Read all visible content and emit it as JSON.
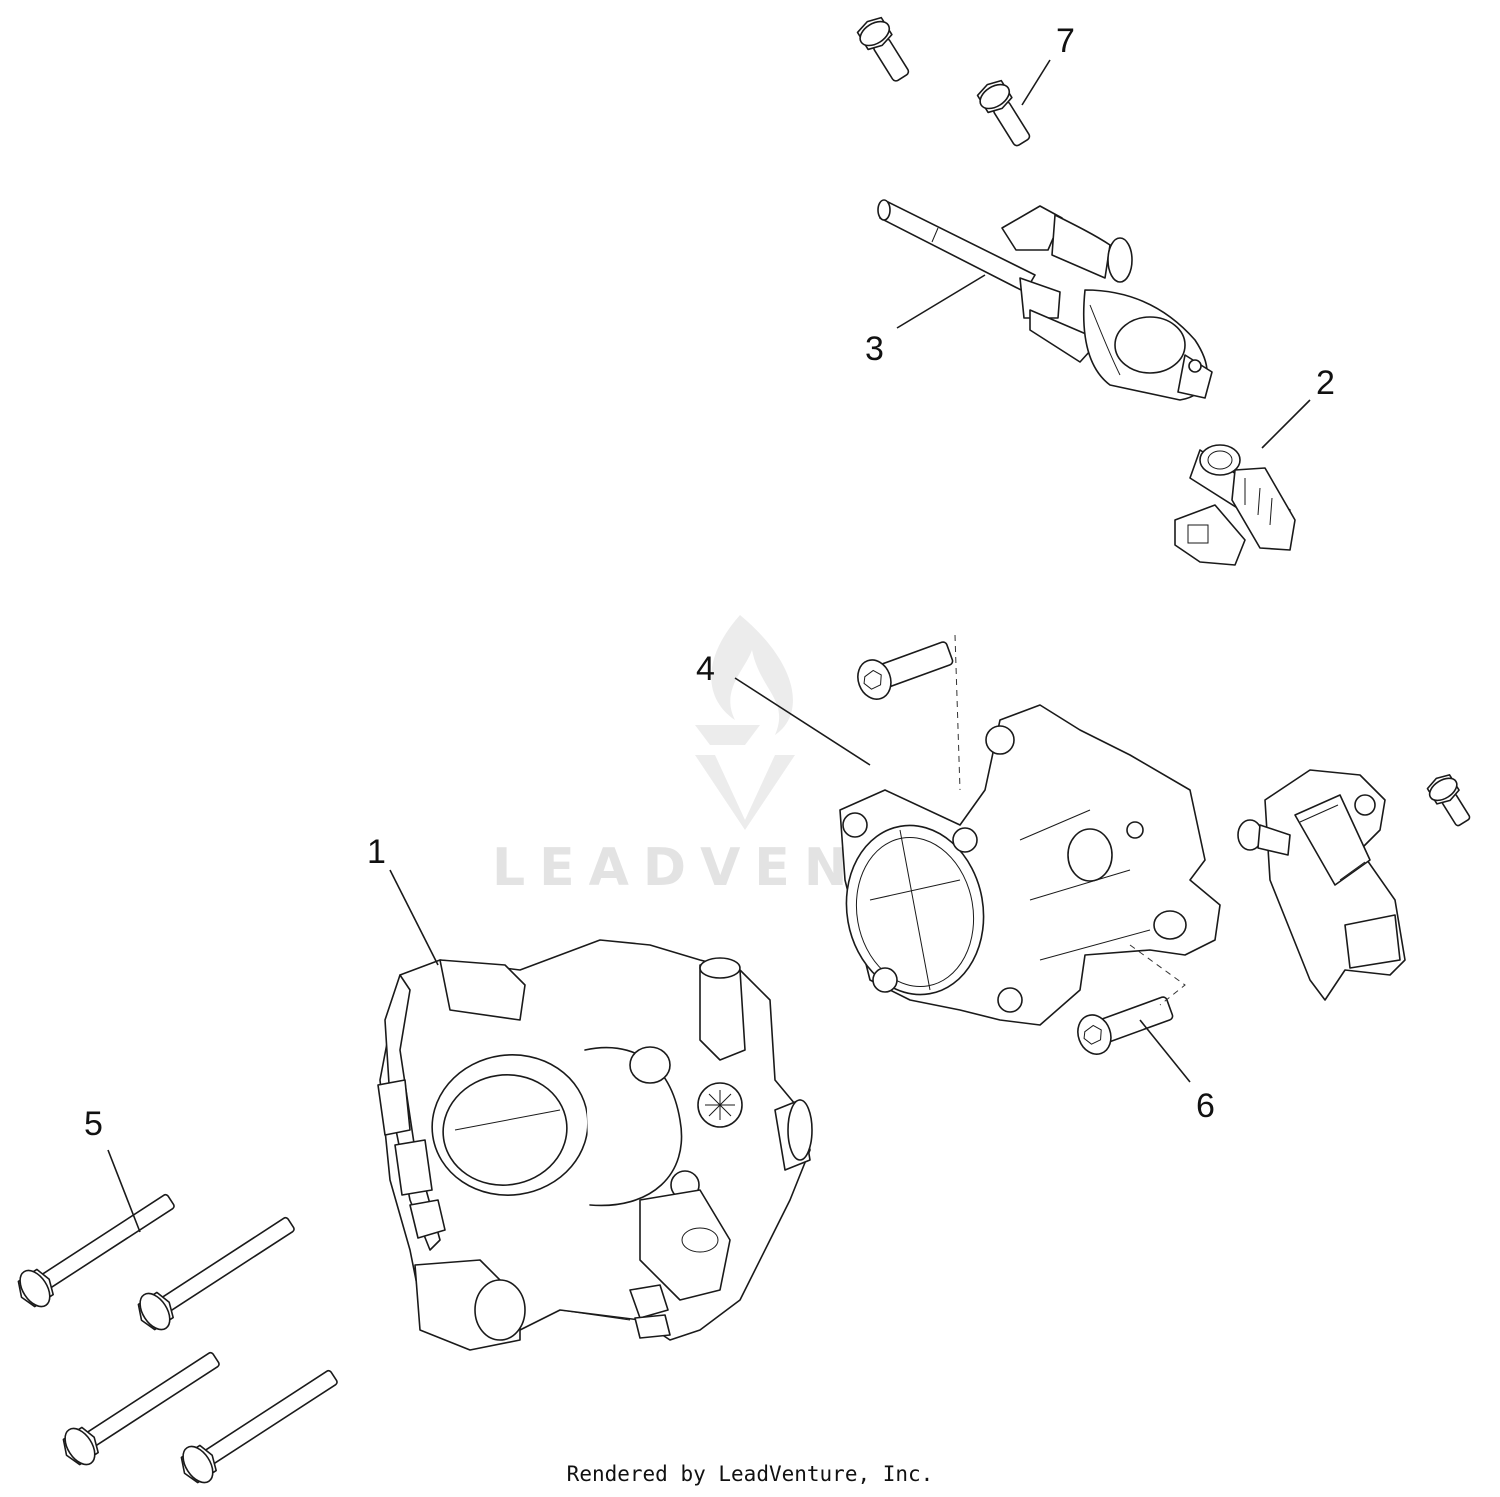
{
  "watermark": {
    "text": "LEADVENTURE",
    "logo_icon": "leadventure-flame-v-logo-icon"
  },
  "footer": {
    "credit": "Rendered by LeadVenture, Inc."
  },
  "callouts": [
    {
      "id": "1",
      "label": "1"
    },
    {
      "id": "2",
      "label": "2"
    },
    {
      "id": "3",
      "label": "3"
    },
    {
      "id": "4",
      "label": "4"
    },
    {
      "id": "5",
      "label": "5"
    },
    {
      "id": "6",
      "label": "6"
    },
    {
      "id": "7",
      "label": "7"
    }
  ],
  "colors": {
    "line": "#1a1a1a",
    "watermark": "#e3e3e3",
    "background": "#ffffff"
  }
}
